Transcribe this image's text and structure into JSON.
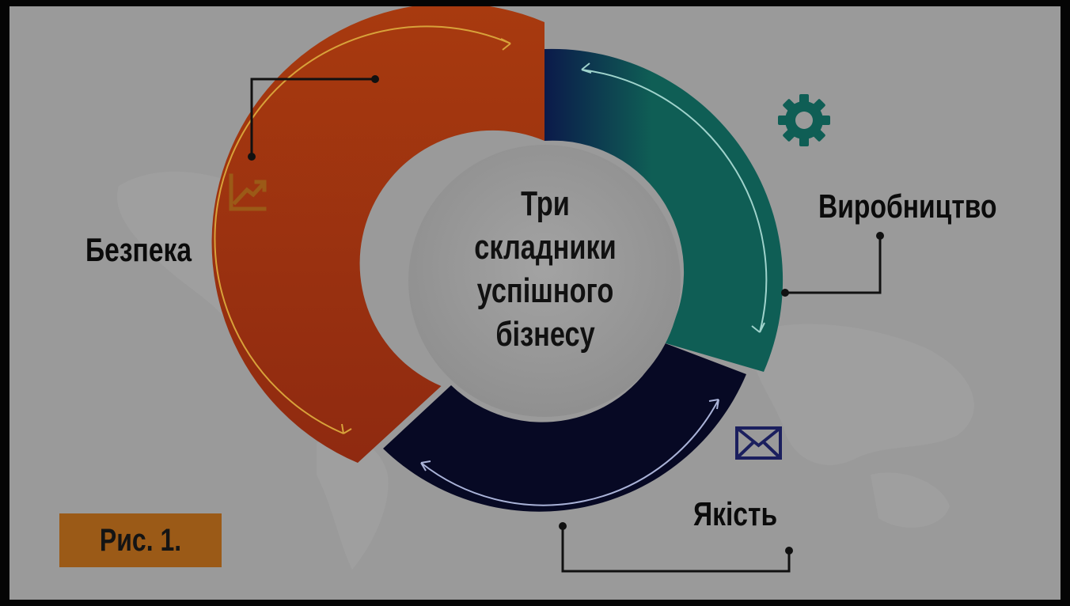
{
  "center": {
    "line1": "Три",
    "line2": "складники",
    "line3": "успішного",
    "line4": "бізнесу"
  },
  "segments": [
    {
      "label": "Безпека",
      "icon": "growth-chart-icon",
      "color": "#a23410"
    },
    {
      "label": "Виробництво",
      "icon": "gear-icon",
      "color": "#0f5e55"
    },
    {
      "label": "Якість",
      "icon": "envelope-icon",
      "color": "#070924"
    }
  ],
  "figure_label": "Рис. 1."
}
